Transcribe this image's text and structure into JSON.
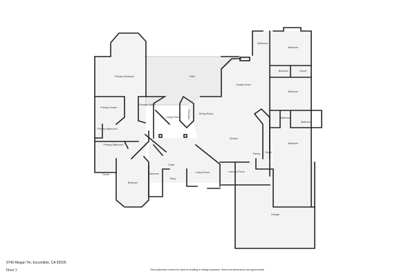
{
  "plan": {
    "rooms": [
      {
        "label": "Primary Bedroom"
      },
      {
        "label": "Patio"
      },
      {
        "label": "Family Room"
      },
      {
        "label": "Bathroom"
      },
      {
        "label": "Bedroom"
      },
      {
        "label": "Bedroom"
      },
      {
        "label": "Closet"
      },
      {
        "label": "Bedroom"
      },
      {
        "label": "Bathroom"
      },
      {
        "label": "Bathroom"
      },
      {
        "label": "Bedroom"
      },
      {
        "label": "Kitchen"
      },
      {
        "label": "Pantry"
      },
      {
        "label": "Closet"
      },
      {
        "label": "Primary Closet"
      },
      {
        "label": "Primary Closet"
      },
      {
        "label": "Living Room"
      },
      {
        "label": "Dining Room"
      },
      {
        "label": "Primary Bathroom"
      },
      {
        "label": "Primary Bathroom"
      },
      {
        "label": "Closet"
      },
      {
        "label": "Bedroom"
      },
      {
        "label": "Bathroom"
      },
      {
        "label": "Foyer"
      },
      {
        "label": "Entry"
      },
      {
        "label": "Living Room"
      },
      {
        "label": "Laundry Room"
      },
      {
        "label": "Garage"
      },
      {
        "label": "Fireplace"
      }
    ]
  },
  "footer": {
    "address": "9746 Megan Ter, Escondido, CA 92026",
    "floor": "Floor 1",
    "disclaimer": "Floor plans/tour cannot be used for building or design purposes. Sizes and dimensions are approximate."
  }
}
